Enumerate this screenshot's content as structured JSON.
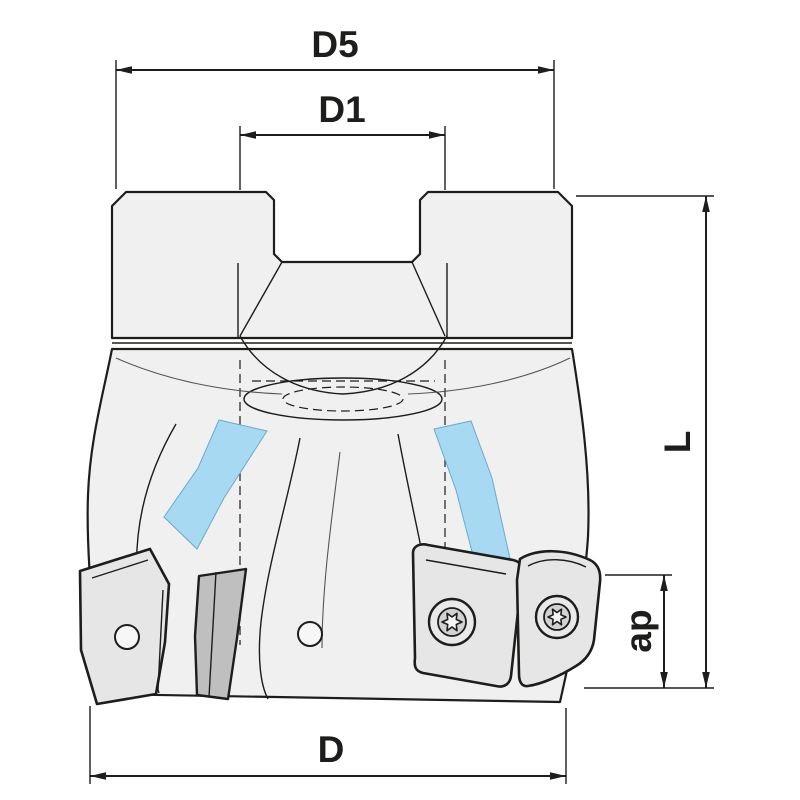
{
  "diagram": {
    "figure_type": "technical_drawing",
    "subject": "indexable shoulder milling cutter, front view with dimension callouts",
    "dimensions": {
      "d5": {
        "label": "D5"
      },
      "d1": {
        "label": "D1"
      },
      "l": {
        "label": "L"
      },
      "ap": {
        "label": "ap"
      },
      "d": {
        "label": "D"
      }
    },
    "colors": {
      "line": "#1d1d1b",
      "body_fill": "#f0f0f0",
      "insert_fill": "#e6e6e6",
      "insert_dark": "#bfbfbf",
      "highlight_blue": "#a8d9f2",
      "highlight_blue_edge": "#6aaacd",
      "background": "#ffffff"
    }
  }
}
